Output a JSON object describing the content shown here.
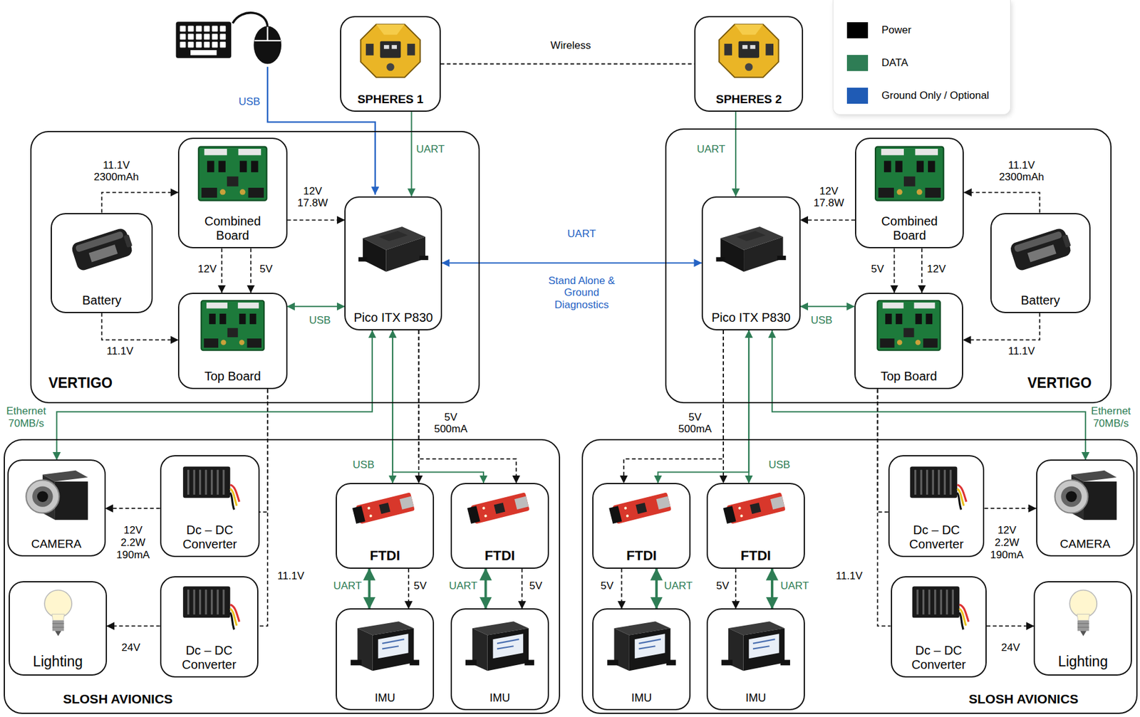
{
  "diagram": {
    "nodes": [
      {
        "text": [
          "SPHERES 1"
        ]
      },
      {
        "text": [
          "SPHERES 2"
        ]
      },
      {
        "text": [
          "VERTIGO"
        ]
      },
      {
        "text": [
          "Combined Board"
        ],
        "in": 2
      },
      {
        "text": [
          "Battery"
        ],
        "in": 2
      },
      {
        "text": [
          "Pico ITX P830"
        ],
        "in": 2
      },
      {
        "text": [
          "Top Board"
        ],
        "in": 2
      },
      {
        "text": [
          "VERTIGO"
        ]
      },
      {
        "text": [
          "Combined Board"
        ],
        "in": 7
      },
      {
        "text": [
          "Battery"
        ],
        "in": 7
      },
      {
        "text": [
          "Pico ITX P830"
        ],
        "in": 7
      },
      {
        "text": [
          "Top Board"
        ],
        "in": 7
      },
      {
        "text": [
          "SLOSH AVIONICS"
        ]
      },
      {
        "text": [
          "CAMERA"
        ],
        "in": 12
      },
      {
        "text": [
          "Dc – DC Converter"
        ],
        "in": 12
      },
      {
        "text": [
          "Lighting"
        ],
        "in": 12
      },
      {
        "text": [
          "Dc – DC Converter"
        ],
        "in": 12
      },
      {
        "text": [
          "FTDI"
        ],
        "in": 12
      },
      {
        "text": [
          "FTDI"
        ],
        "in": 12
      },
      {
        "text": [
          "IMU"
        ],
        "in": 12
      },
      {
        "text": [
          "IMU"
        ],
        "in": 12
      },
      {
        "text": [
          "SLOSH AVIONICS"
        ]
      },
      {
        "text": [
          "FTDI"
        ],
        "in": 21
      },
      {
        "text": [
          "FTDI"
        ],
        "in": 21
      },
      {
        "text": [
          "IMU"
        ],
        "in": 21
      },
      {
        "text": [
          "IMU"
        ],
        "in": 21
      },
      {
        "text": [
          "Dc – DC Converter"
        ],
        "in": 21
      },
      {
        "text": [
          "CAMERA"
        ],
        "in": 21
      },
      {
        "text": [
          "Dc – DC Converter"
        ],
        "in": 21
      },
      {
        "text": [
          "Lighting"
        ],
        "in": 21
      }
    ],
    "edges": [
      {
        "from": 0,
        "to": 1,
        "arrow": "none",
        "label": "Wireless"
      },
      {
        "from": 0,
        "to": 5,
        "arrow": "to",
        "label": "UART"
      },
      {
        "from": 1,
        "to": 10,
        "arrow": "to",
        "label": "UART"
      },
      {
        "from": 5,
        "to": 10,
        "arrow": "both",
        "label": "UART"
      },
      {
        "from": 4,
        "to": 3,
        "arrow": "to",
        "label": "11.1V 2300mAh"
      },
      {
        "from": 4,
        "to": 6,
        "arrow": "to",
        "label": "11.1V"
      },
      {
        "from": 3,
        "to": 5,
        "arrow": "to",
        "label": "12V 17.8W"
      },
      {
        "from": 3,
        "to": 6,
        "arrow": "to",
        "label": "12V"
      },
      {
        "from": 3,
        "to": 6,
        "arrow": "to",
        "label": "5V"
      },
      {
        "from": 6,
        "to": 5,
        "arrow": "both",
        "label": "USB"
      },
      {
        "from": 5,
        "to": 13,
        "arrow": "both",
        "label": "Ethernet 70MB/s"
      },
      {
        "from": 5,
        "to": 17,
        "arrow": "both",
        "label": "USB"
      },
      {
        "from": 5,
        "to": 18,
        "arrow": "both"
      },
      {
        "from": 5,
        "to": 17,
        "arrow": "to",
        "label": "5V 500mA"
      },
      {
        "from": 5,
        "to": 18,
        "arrow": "to"
      },
      {
        "from": 17,
        "to": 19,
        "arrow": "both",
        "label": "UART"
      },
      {
        "from": 17,
        "to": 19,
        "arrow": "to",
        "label": "5V"
      },
      {
        "from": 18,
        "to": 20,
        "arrow": "both",
        "label": "UART"
      },
      {
        "from": 18,
        "to": 20,
        "arrow": "to",
        "label": "5V"
      },
      {
        "from": 6,
        "to": 14,
        "arrow": "none",
        "label": "11.1V"
      },
      {
        "from": 6,
        "to": 16,
        "arrow": "none"
      },
      {
        "from": 14,
        "to": 13,
        "arrow": "to",
        "label": "12V 2.2W 190mA"
      },
      {
        "from": 16,
        "to": 15,
        "arrow": "to",
        "label": "24V"
      },
      {
        "from": 9,
        "to": 8,
        "arrow": "to",
        "label": "11.1V 2300mAh"
      },
      {
        "from": 9,
        "to": 11,
        "arrow": "to",
        "label": "11.1V"
      },
      {
        "from": 8,
        "to": 10,
        "arrow": "to",
        "label": "12V 17.8W"
      },
      {
        "from": 8,
        "to": 11,
        "arrow": "to",
        "label": "5V"
      },
      {
        "from": 8,
        "to": 11,
        "arrow": "to",
        "label": "12V"
      },
      {
        "from": 11,
        "to": 10,
        "arrow": "both",
        "label": "USB"
      },
      {
        "from": 10,
        "to": 27,
        "arrow": "both",
        "label": "Ethernet 70MB/s"
      },
      {
        "from": 10,
        "to": 23,
        "arrow": "both",
        "label": "USB"
      },
      {
        "from": 10,
        "to": 22,
        "arrow": "both"
      },
      {
        "from": 10,
        "to": 23,
        "arrow": "to",
        "label": "5V 500mA"
      },
      {
        "from": 10,
        "to": 22,
        "arrow": "to"
      },
      {
        "from": 22,
        "to": 24,
        "arrow": "to",
        "label": "5V"
      },
      {
        "from": 22,
        "to": 24,
        "arrow": "both",
        "label": "UART"
      },
      {
        "from": 23,
        "to": 25,
        "arrow": "to",
        "label": "5V"
      },
      {
        "from": 23,
        "to": 25,
        "arrow": "both",
        "label": "UART"
      },
      {
        "from": 11,
        "to": 26,
        "arrow": "none",
        "label": "11.1V"
      },
      {
        "from": 11,
        "to": 28,
        "arrow": "none"
      },
      {
        "from": 26,
        "to": 27,
        "arrow": "to",
        "label": "12V 2.2W 190mA"
      },
      {
        "from": 28,
        "to": 29,
        "arrow": "to",
        "label": "24V"
      }
    ],
    "labels": [
      "USB",
      "Stand Alone & Ground Diagnostics"
    ],
    "legend": [
      {
        "text": "Power",
        "color": "#000000"
      },
      {
        "text": "DATA",
        "color": "#2e7d55"
      },
      {
        "text": "Ground Only / Optional",
        "color": "#1f5bb5"
      }
    ]
  }
}
